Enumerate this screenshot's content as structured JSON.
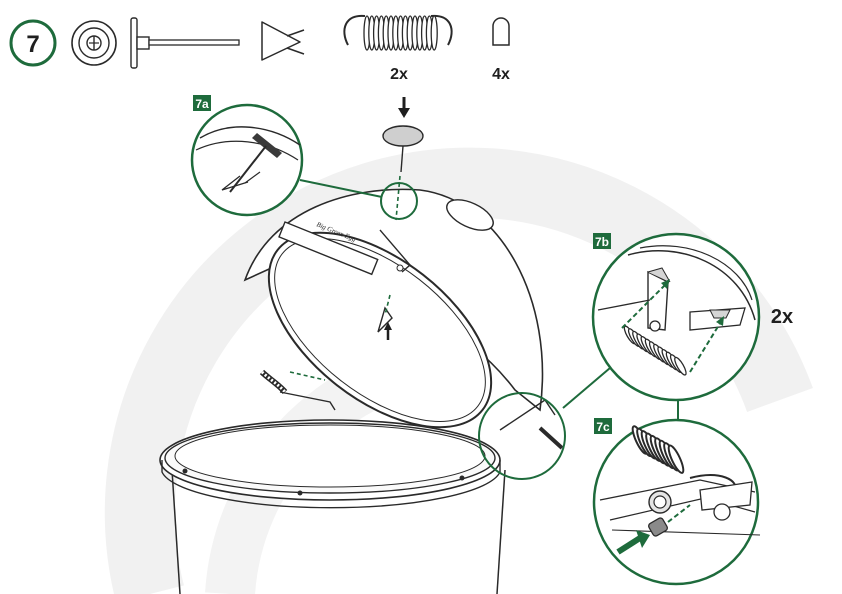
{
  "step": {
    "number": "7"
  },
  "parts": {
    "spring_qty": "2x",
    "cap_qty": "4x"
  },
  "callouts": {
    "a": "7a",
    "b": "7b",
    "c": "7c",
    "b_qty": "2x"
  },
  "colors": {
    "brand_green": "#1e6b3c",
    "line": "#2a2a2a",
    "watermark": "#f1f1f1"
  }
}
